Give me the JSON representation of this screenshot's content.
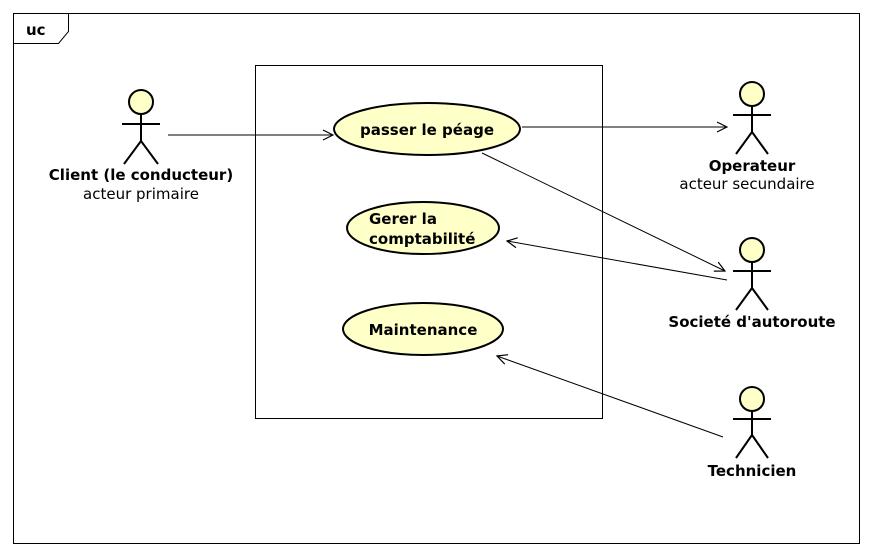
{
  "frame": {
    "tag": "uc"
  },
  "colors": {
    "fill": "#ffffc8",
    "stroke": "#000000"
  },
  "actors": {
    "client": {
      "name": "Client (le conducteur)",
      "role": "acteur primaire"
    },
    "operateur": {
      "name": "Operateur",
      "role": "acteur secundaire"
    },
    "societe": {
      "name": "Societé d'autoroute"
    },
    "technicien": {
      "name": "Technicien"
    }
  },
  "use_cases": {
    "peage": {
      "label": "passer le péage"
    },
    "comptabilite": {
      "line1": "Gerer la",
      "line2": "comptabilité"
    },
    "maintenance": {
      "label": "Maintenance"
    }
  }
}
